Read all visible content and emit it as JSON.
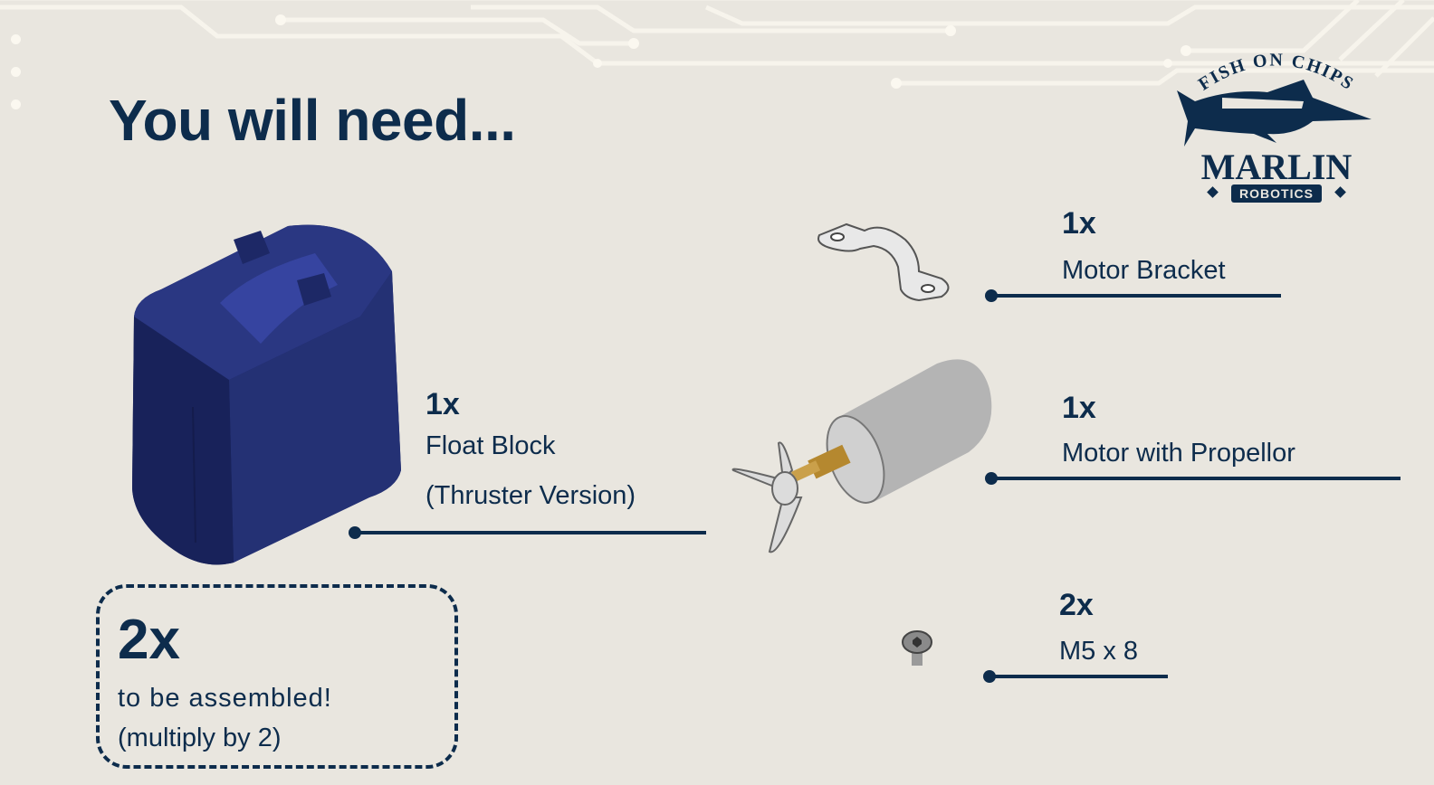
{
  "page": {
    "title": "You will need..."
  },
  "logo": {
    "top_text": "FISH ON CHIPS",
    "brand": "MARLIN",
    "sub": "ROBOTICS"
  },
  "parts": [
    {
      "qty": "1x",
      "name": "Float Block",
      "detail": "(Thruster Version)",
      "image": "float-block"
    },
    {
      "qty": "1x",
      "name": "Motor Bracket",
      "image": "motor-bracket"
    },
    {
      "qty": "1x",
      "name": "Motor with Propellor",
      "image": "motor-propellor"
    },
    {
      "qty": "2x",
      "name": "M5 x 8",
      "image": "screw"
    }
  ],
  "multiplier": {
    "qty": "2x",
    "line1": "to be assembled!",
    "line2": "(multiply by 2)"
  },
  "colors": {
    "navy": "#0d2c4c",
    "background": "#e9e6df",
    "float_block": "#1f2a66"
  }
}
